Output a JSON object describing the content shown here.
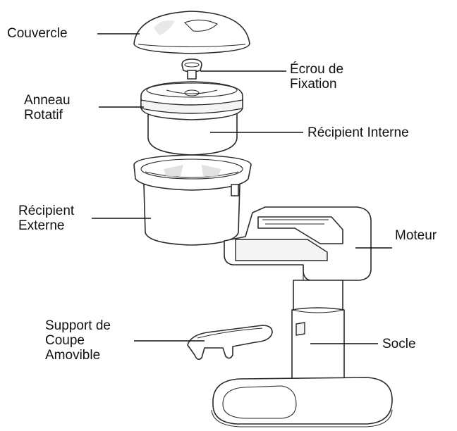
{
  "labels": {
    "couvercle": "Couvercle",
    "ecrou": [
      "Écrou de",
      "Fixation"
    ],
    "anneau": [
      "Anneau",
      "Rotatif"
    ],
    "recipient_interne": "Récipient Interne",
    "recipient_externe": [
      "Récipient",
      "Externe"
    ],
    "moteur": "Moteur",
    "support": [
      "Support de",
      "Coupe",
      "Amovible"
    ],
    "socle": "Socle"
  }
}
